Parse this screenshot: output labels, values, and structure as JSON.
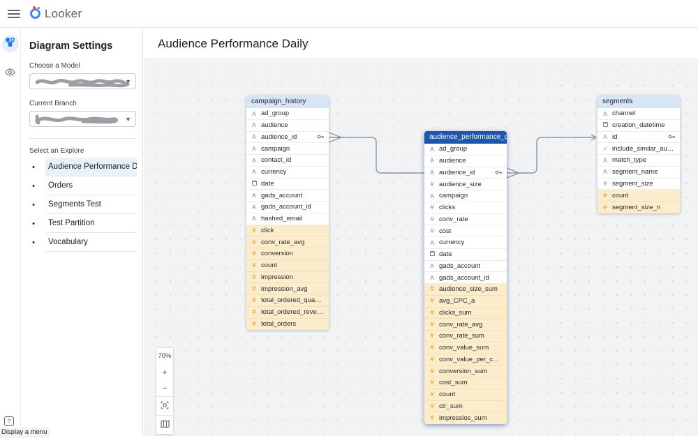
{
  "topbar": {
    "logo_text": "Looker"
  },
  "rail": {
    "icons": [
      {
        "name": "diagram",
        "active": true
      },
      {
        "name": "visibility",
        "active": false
      }
    ]
  },
  "sidebar": {
    "title": "Diagram Settings",
    "model_label": "Choose a Model",
    "branch_label": "Current Branch",
    "explore_label": "Select an Explore",
    "bullet": "•",
    "explores": [
      {
        "label": "Audience Performance Daily",
        "active": true
      },
      {
        "label": "Orders",
        "active": false
      },
      {
        "label": "Segments Test",
        "active": false
      },
      {
        "label": "Test Partition",
        "active": false
      },
      {
        "label": "Vocabulary",
        "active": false
      }
    ]
  },
  "canvas": {
    "title": "Audience Performance Daily",
    "zoom_controls": {
      "level": "70%",
      "zoom_in": "+",
      "zoom_out": "−"
    },
    "tables": [
      {
        "name": "campaign_history",
        "selected": false,
        "fields": [
          {
            "icon": "string",
            "label": "ad_group"
          },
          {
            "icon": "string",
            "label": "audience"
          },
          {
            "icon": "string",
            "label": "audience_id",
            "key": true
          },
          {
            "icon": "string",
            "label": "campaign"
          },
          {
            "icon": "string",
            "label": "contact_id"
          },
          {
            "icon": "string",
            "label": "currency"
          },
          {
            "icon": "date",
            "label": "date"
          },
          {
            "icon": "string",
            "label": "gads_account"
          },
          {
            "icon": "string",
            "label": "gads_account_id"
          },
          {
            "icon": "string",
            "label": "hashed_email"
          },
          {
            "icon": "number",
            "label": "click",
            "measure": true
          },
          {
            "icon": "number",
            "label": "conv_rate_avg",
            "measure": true
          },
          {
            "icon": "number",
            "label": "conversion",
            "measure": true
          },
          {
            "icon": "number",
            "label": "count",
            "measure": true
          },
          {
            "icon": "number",
            "label": "impression",
            "measure": true
          },
          {
            "icon": "number",
            "label": "impression_avg",
            "measure": true
          },
          {
            "icon": "number",
            "label": "total_ordered_quantity",
            "measure": true
          },
          {
            "icon": "number",
            "label": "total_ordered_revenue",
            "measure": true
          },
          {
            "icon": "number",
            "label": "total_orders",
            "measure": true
          }
        ]
      },
      {
        "name": "audience_performance_da...",
        "selected": true,
        "fields": [
          {
            "icon": "string",
            "label": "ad_group"
          },
          {
            "icon": "string",
            "label": "audience"
          },
          {
            "icon": "string",
            "label": "audience_id",
            "key": true
          },
          {
            "icon": "number",
            "label": "audience_size"
          },
          {
            "icon": "string",
            "label": "campaign"
          },
          {
            "icon": "number",
            "label": "clicks"
          },
          {
            "icon": "number",
            "label": "conv_rate"
          },
          {
            "icon": "number",
            "label": "cost"
          },
          {
            "icon": "string",
            "label": "currency"
          },
          {
            "icon": "date",
            "label": "date"
          },
          {
            "icon": "string",
            "label": "gads_account"
          },
          {
            "icon": "string",
            "label": "gads_account_id"
          },
          {
            "icon": "number",
            "label": "audience_size_sum",
            "measure": true
          },
          {
            "icon": "number",
            "label": "avg_CPC_a",
            "measure": true
          },
          {
            "icon": "number",
            "label": "clicks_sum",
            "measure": true
          },
          {
            "icon": "number",
            "label": "conv_rate_avg",
            "measure": true
          },
          {
            "icon": "number",
            "label": "conv_rate_sum",
            "measure": true
          },
          {
            "icon": "number",
            "label": "conv_value_sum",
            "measure": true
          },
          {
            "icon": "number",
            "label": "conv_value_per_cost_sum",
            "measure": true
          },
          {
            "icon": "number",
            "label": "conversion_sum",
            "measure": true
          },
          {
            "icon": "number",
            "label": "cost_sum",
            "measure": true
          },
          {
            "icon": "number",
            "label": "count",
            "measure": true
          },
          {
            "icon": "number",
            "label": "ctr_sum",
            "measure": true
          },
          {
            "icon": "number",
            "label": "impressios_sum",
            "measure": true
          }
        ]
      },
      {
        "name": "segments",
        "selected": false,
        "fields": [
          {
            "icon": "string",
            "label": "channel"
          },
          {
            "icon": "date",
            "label": "creation_datetime"
          },
          {
            "icon": "string",
            "label": "id",
            "key": true
          },
          {
            "icon": "check",
            "label": "include_similar_audienc..."
          },
          {
            "icon": "string",
            "label": "match_type"
          },
          {
            "icon": "string",
            "label": "segment_name"
          },
          {
            "icon": "number",
            "label": "segment_size"
          },
          {
            "icon": "number",
            "label": "count",
            "measure": true
          },
          {
            "icon": "number",
            "label": "segment_size_n",
            "measure": true
          }
        ]
      }
    ]
  },
  "help": {
    "button": "?",
    "tooltip": "Display a menu"
  },
  "colors": {
    "accent": "#1a73e8",
    "selected_table_header": "#1e56ad",
    "table_header": "#d8e5f6",
    "measure_bg": "#fbedcb",
    "canvas_bg": "#f1f3f4"
  }
}
